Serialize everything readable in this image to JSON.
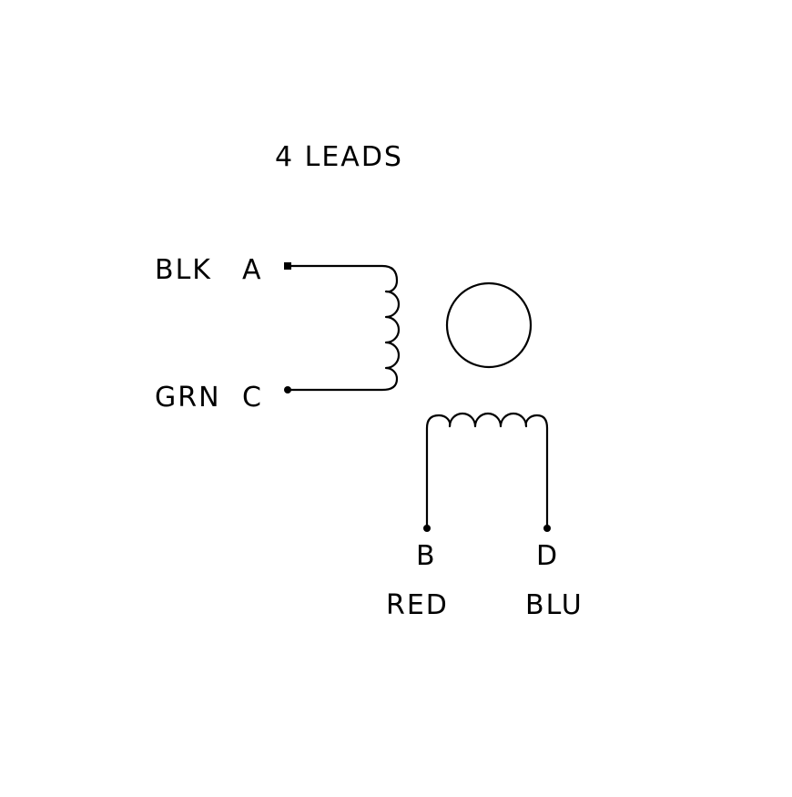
{
  "title": "4 LEADS",
  "leads": {
    "a": {
      "color": "BLK",
      "letter": "A"
    },
    "c": {
      "color": "GRN",
      "letter": "C"
    },
    "b": {
      "color": "RED",
      "letter": "B"
    },
    "d": {
      "color": "BLU",
      "letter": "D"
    }
  },
  "colors": {
    "ink": "#000000",
    "background": "#ffffff"
  }
}
